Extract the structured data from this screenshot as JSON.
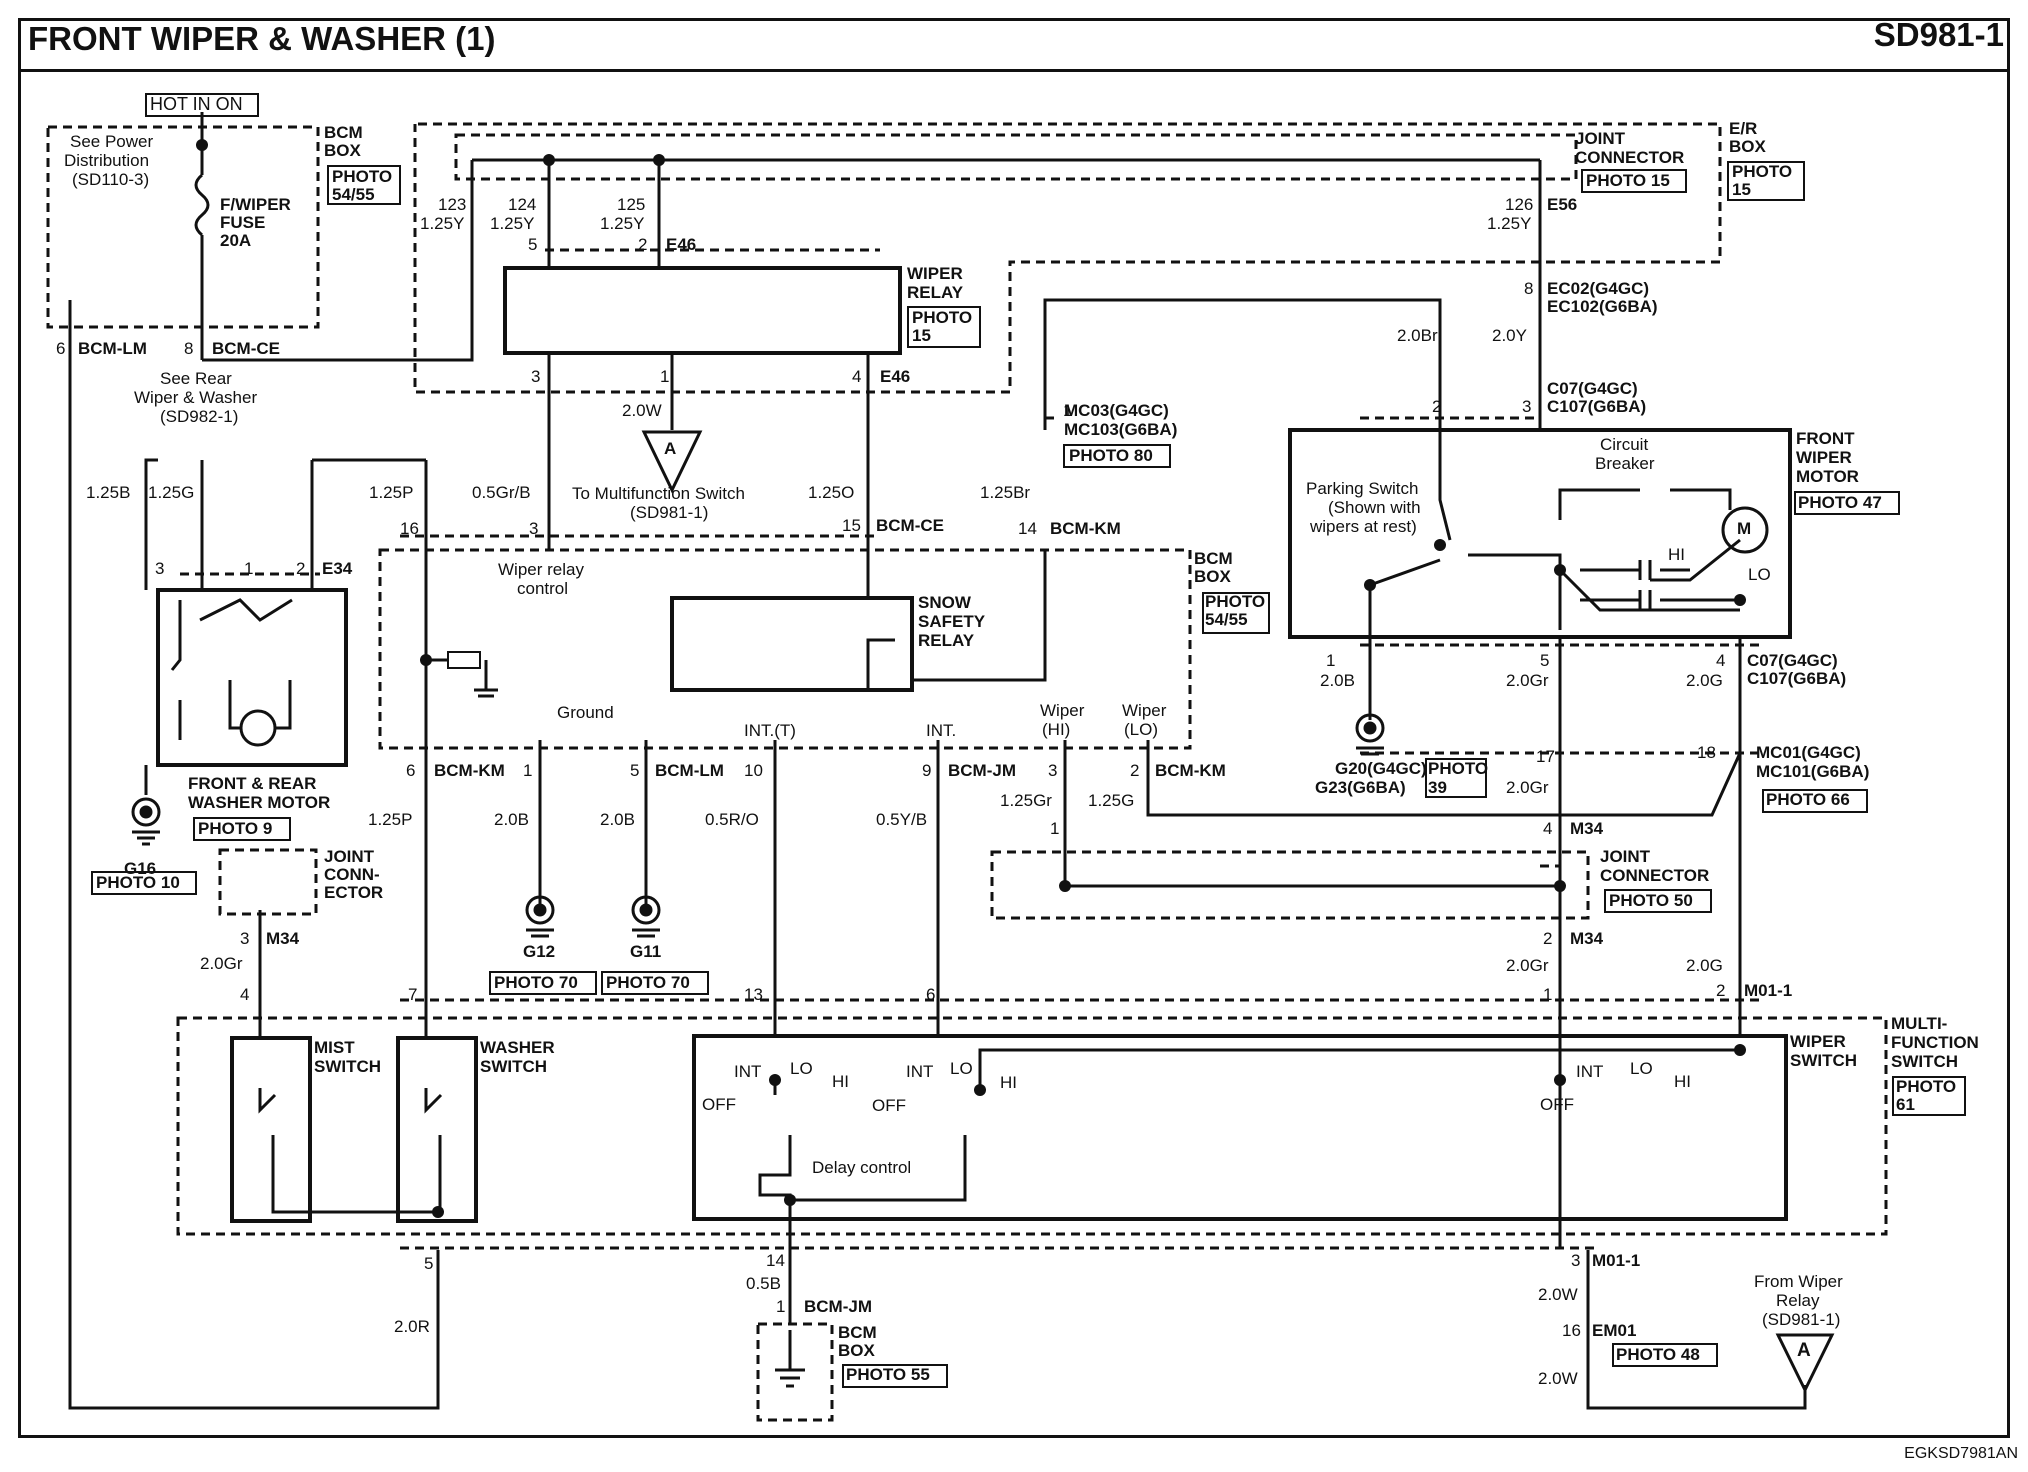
{
  "title": "FRONT WIPER & WASHER (1)",
  "code": "SD981-1",
  "footer": "EGKSD7981AN",
  "hot": "HOT IN ON",
  "power": {
    "l1": "See Power",
    "l2": "Distribution",
    "l3": "(SD110-3)"
  },
  "fuse": {
    "l1": "F/WIPER",
    "l2": "FUSE",
    "l3": "20A"
  },
  "bcm": {
    "l1": "BCM",
    "l2": "BOX",
    "photo": "PHOTO",
    "photo_num": "54/55",
    "photo55": "55"
  },
  "er_box": {
    "l1": "E/R",
    "l2": "BOX",
    "photo": "PHOTO",
    "photo_num": "15"
  },
  "joint": {
    "l1": "JOINT",
    "l2": "CONNECTOR",
    "photo15": "PHOTO 15",
    "photo50": "PHOTO 50",
    "c1": "JOINT",
    "c2": "CONN-",
    "c3": "ECTOR"
  },
  "wiper_relay": {
    "l1": "WIPER",
    "l2": "RELAY",
    "photo": "PHOTO",
    "photo_num": "15"
  },
  "snow": {
    "l1": "SNOW",
    "l2": "SAFETY",
    "l3": "RELAY"
  },
  "relay_ctrl": {
    "l1": "Wiper relay",
    "l2": "control"
  },
  "rear": {
    "l1": "See Rear",
    "l2": "Wiper & Washer",
    "l3": "(SD982-1)"
  },
  "washer_motor": {
    "l1": "FRONT & REAR",
    "l2": "WASHER MOTOR",
    "photo": "PHOTO 9"
  },
  "front_motor": {
    "l1": "FRONT",
    "l2": "WIPER",
    "l3": "MOTOR",
    "photo": "PHOTO 47",
    "park1": "Parking Switch",
    "park2": "(Shown with",
    "park3": "wipers at rest)",
    "cb1": "Circuit",
    "cb2": "Breaker",
    "m": "M",
    "hi": "HI",
    "lo": "LO"
  },
  "multi": {
    "l1": "MULTI-",
    "l2": "FUNCTION",
    "l3": "SWITCH",
    "photo": "PHOTO",
    "photo_num": "61"
  },
  "switches": {
    "mist1": "MIST",
    "mist2": "SWITCH",
    "washer1": "WASHER",
    "washer2": "SWITCH",
    "wiper1": "WIPER",
    "wiper2": "SWITCH",
    "int": "INT",
    "lo": "LO",
    "hi": "HI",
    "off": "OFF",
    "delay": "Delay control"
  },
  "to_multi": {
    "l1": "To Multifunction Switch",
    "l2": "(SD981-1)"
  },
  "from_relay": {
    "l1": "From Wiper",
    "l2": "Relay",
    "l3": "(SD981-1)"
  },
  "tri": "A",
  "ground_lbl": "Ground",
  "grounds": {
    "g16": "G16",
    "g16_photo": "PHOTO 10",
    "g12": "G12",
    "g11": "G11",
    "g_photo": "PHOTO 70",
    "g20": "G20(G4GC)",
    "g23": "G23(G6BA)",
    "g20_photo": "PHOTO",
    "g20_num": "39"
  },
  "conns": {
    "e46": "E46",
    "e56": "E56",
    "e34": "E34",
    "m34": "M34",
    "m011": "M01-1",
    "em01": "EM01",
    "ec02": "EC02(G4GC)",
    "ec102": "EC102(G6BA)",
    "mc03": "MC03(G4GC)",
    "mc103": "MC103(G6BA)",
    "c07": "C07(G4GC)",
    "c107": "C107(G6BA)",
    "mc01": "MC01(G4GC)",
    "mc101": "MC101(G6BA)",
    "photo80": "PHOTO 80",
    "photo66": "PHOTO 66",
    "photo48": "PHOTO 48",
    "bcm_lm": "BCM-LM",
    "bcm_ce": "BCM-CE",
    "bcm_km": "BCM-KM",
    "bcm_jm": "BCM-JM"
  },
  "sigs": {
    "int_t": "INT.(T)",
    "int": "INT.",
    "whi1": "Wiper",
    "whi2": "(HI)",
    "wlo1": "Wiper",
    "wlo2": "(LO)"
  },
  "wires": {
    "w125y": "1.25Y",
    "w125b": "1.25B",
    "w125g": "1.25G",
    "w125p": "1.25P",
    "w05grb": "0.5Gr/B",
    "w20w": "2.0W",
    "w125o": "1.25O",
    "w125br": "1.25Br",
    "w20br": "2.0Br",
    "w20y": "2.0Y",
    "w20b": "2.0B",
    "w20gr": "2.0Gr",
    "w20g": "2.0G",
    "w05ro": "0.5R/O",
    "w05yb": "0.5Y/B",
    "w125gr": "1.25Gr",
    "w05b": "0.5B",
    "w20r": "2.0R"
  },
  "pins": {
    "p1": "1",
    "p2": "2",
    "p3": "3",
    "p4": "4",
    "p5": "5",
    "p6": "6",
    "p7": "7",
    "p8": "8",
    "p9": "9",
    "p10": "10",
    "p13": "13",
    "p14": "14",
    "p15": "15",
    "p16": "16",
    "p17": "17",
    "p18": "18",
    "p123": "123",
    "p124": "124",
    "p125": "125",
    "p126": "126"
  }
}
